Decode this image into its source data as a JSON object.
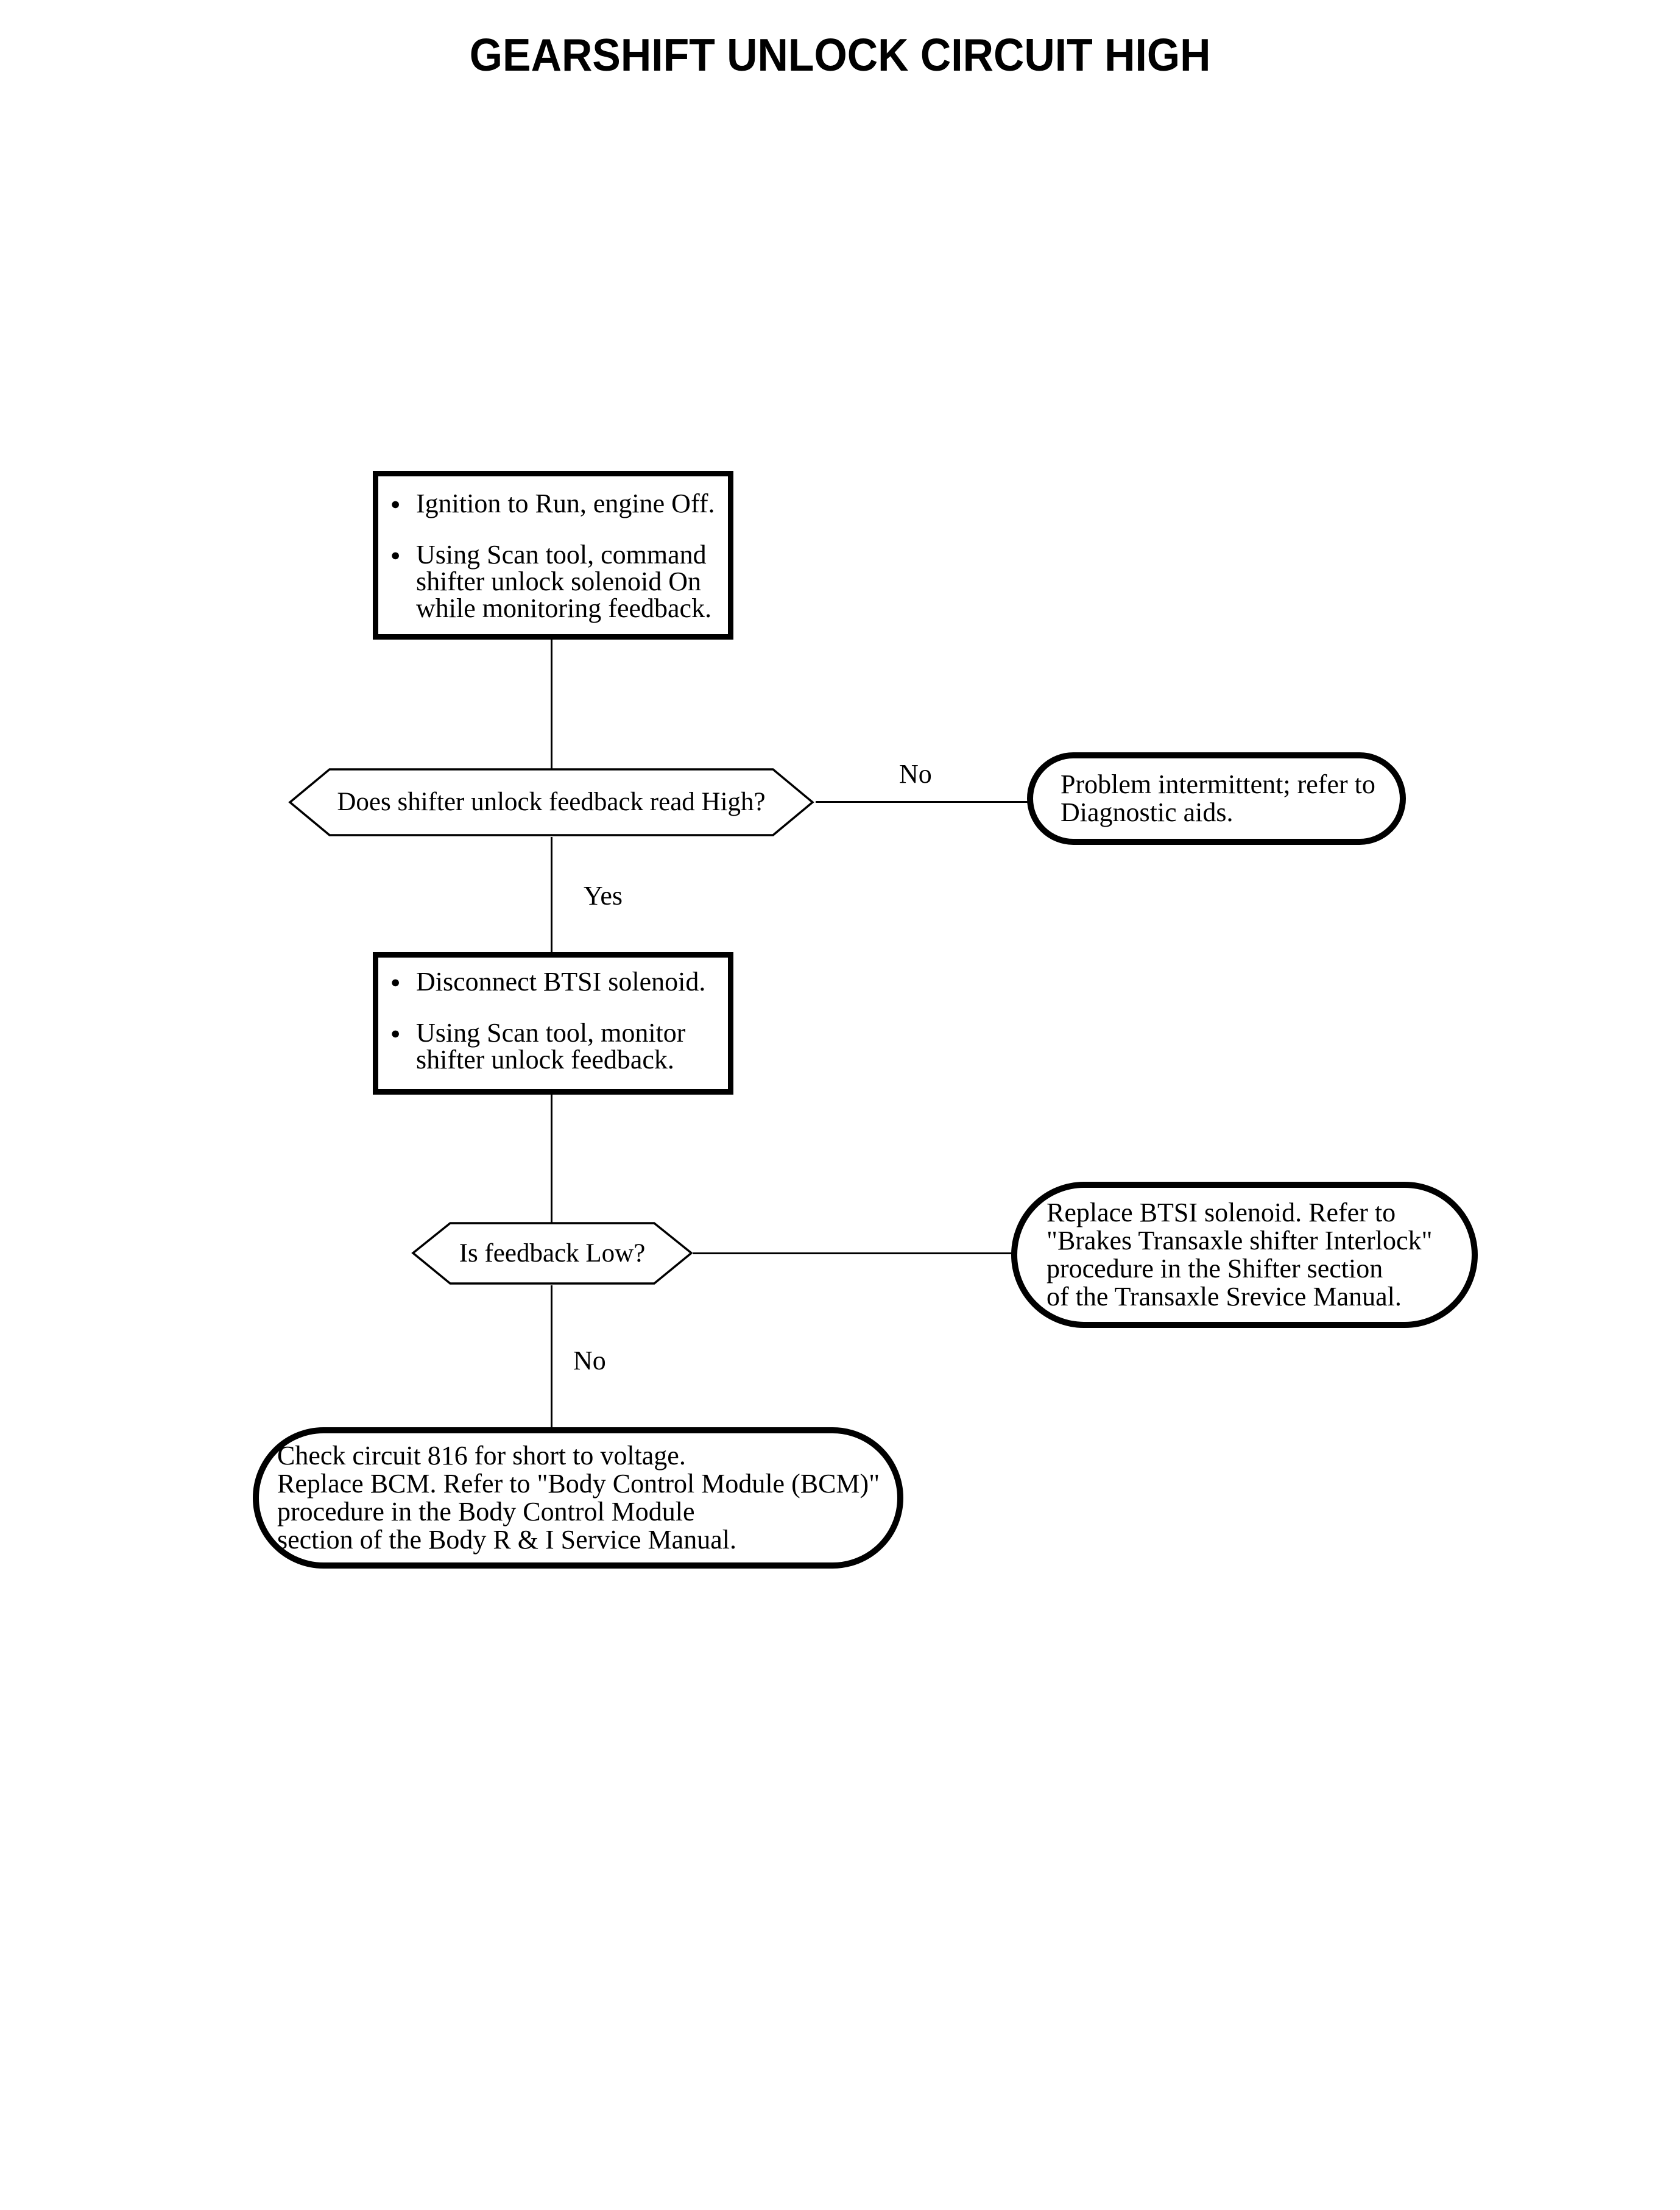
{
  "title": "GEARSHIFT UNLOCK CIRCUIT HIGH",
  "icons": {
    "bullet": "●"
  },
  "colors": {
    "ink": "#000000",
    "paper": "#ffffff"
  },
  "flowchart": {
    "step1": {
      "items": [
        "Ignition to Run, engine Off.",
        "Using Scan tool, command\nshifter unlock solenoid On\nwhile monitoring feedback."
      ]
    },
    "decision1": {
      "question": "Does shifter unlock feedback read High?"
    },
    "labels": {
      "no1": "No",
      "yes1": "Yes",
      "no2": "No"
    },
    "terminal_intermittent": {
      "text": "Problem intermittent; refer to\nDiagnostic aids."
    },
    "step2": {
      "items": [
        "Disconnect BTSI solenoid.",
        "Using Scan tool, monitor\nshifter unlock feedback."
      ]
    },
    "decision2": {
      "question": "Is feedback Low?"
    },
    "terminal_replace_btsi": {
      "text": "Replace BTSI solenoid. Refer to\n\"Brakes Transaxle shifter Interlock\"\nprocedure in the Shifter section\nof the Transaxle Srevice Manual."
    },
    "terminal_check_circuit": {
      "text": "Check circuit 816 for short to voltage.\nReplace BCM. Refer to \"Body Control Module (BCM)\"\nprocedure in the Body Control Module\nsection of the Body R & I Service Manual."
    }
  }
}
